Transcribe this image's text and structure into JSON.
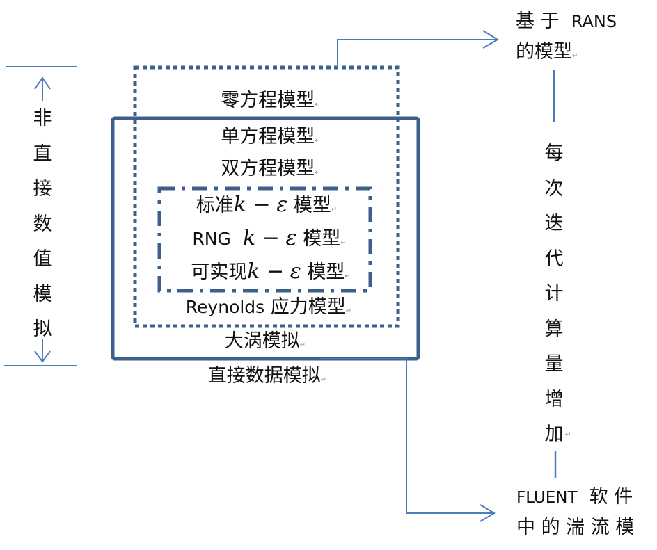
{
  "diagram": {
    "left_axis": {
      "chars": [
        "非",
        "直",
        "接",
        "数",
        "值",
        "模",
        "拟"
      ],
      "label": "非直接数值模拟"
    },
    "boxes": {
      "rans_models": {
        "zero_equation": "零方程模型",
        "one_equation": "单方程模型",
        "two_equation": "双方程模型",
        "k_epsilon": {
          "standard_prefix": "标准",
          "rng_prefix": "RNG",
          "realizable_prefix": "可实现",
          "k": "k",
          "minus": "−",
          "epsilon": "ε",
          "suffix": "模型"
        },
        "reynolds_stress_latin": "Reynolds",
        "reynolds_stress_cn": "应力模型"
      },
      "les": "大涡模拟",
      "dns": "直接数据模拟"
    },
    "right_top_label": {
      "line1_cn": "基 于",
      "line1_latin": "RANS",
      "line2": "的模型"
    },
    "right_vertical": {
      "chars": [
        "每",
        "次",
        "迭",
        "代",
        "计",
        "算",
        "量",
        "增",
        "加"
      ],
      "label": "每次迭代计算量增加"
    },
    "right_bottom_label": {
      "line1_latin": "FLUENT",
      "line1_cn": "软 件",
      "line2": "中 的 湍 流 模"
    },
    "paragraph_mark": "↵",
    "colors": {
      "box_stroke": "#3c5f8c",
      "connector": "#4a7ebb",
      "text": "#111111"
    }
  }
}
